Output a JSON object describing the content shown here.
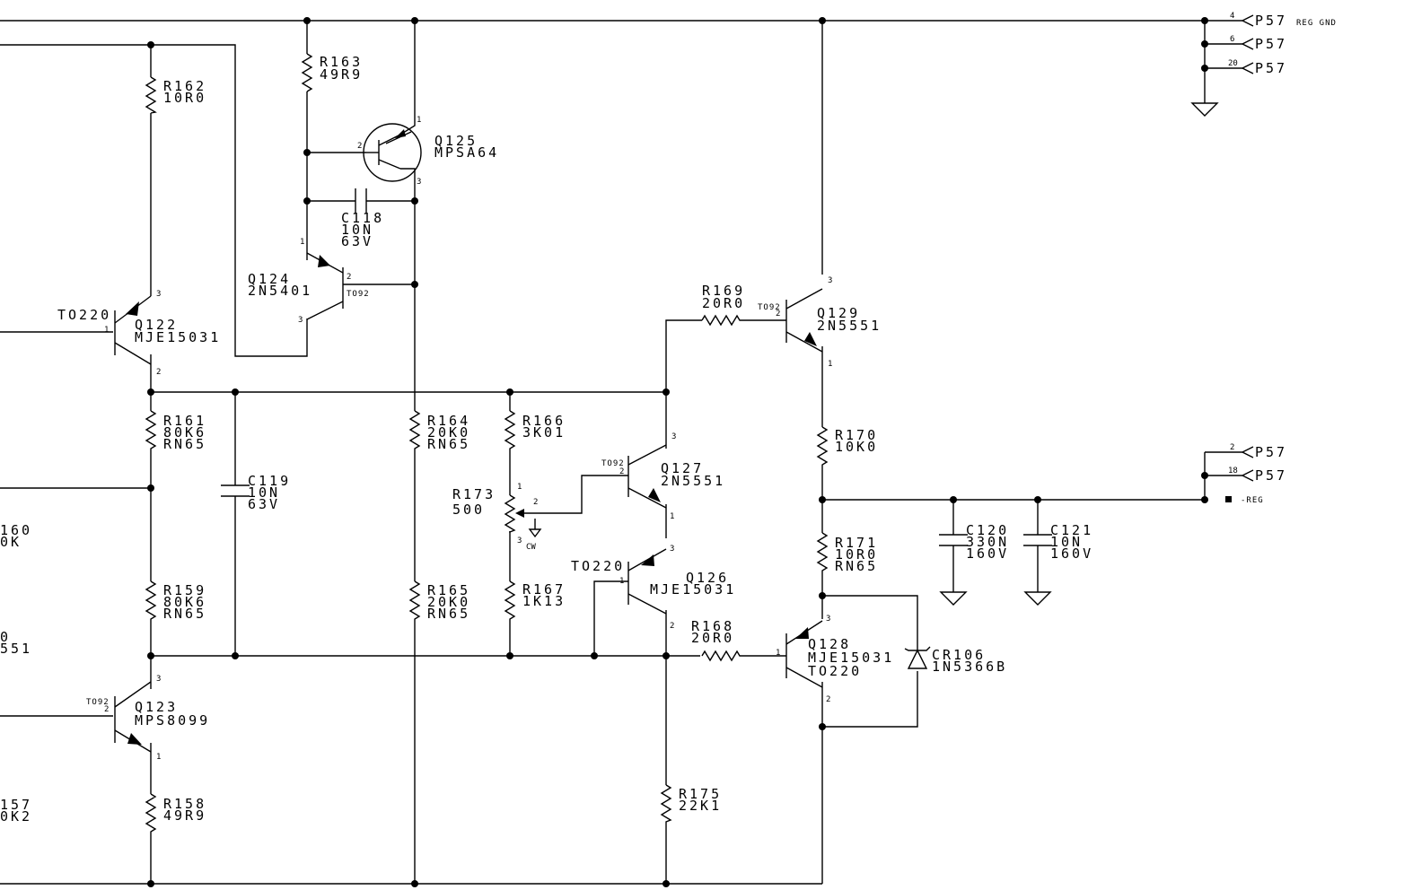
{
  "colors": {
    "background": "#ffffff",
    "ink": "#000000"
  },
  "connectors": {
    "p57_4": {
      "pin": "4",
      "name": "P57",
      "net": "REG GND"
    },
    "p57_6": {
      "pin": "6",
      "name": "P57"
    },
    "p57_20": {
      "pin": "20",
      "name": "P57"
    },
    "p57_2": {
      "pin": "2",
      "name": "P57"
    },
    "p57_18": {
      "pin": "18",
      "name": "P57"
    },
    "reg_minus": {
      "net": "-REG"
    }
  },
  "resistors": {
    "r162": {
      "ref": "R162",
      "value": "10R0"
    },
    "r163": {
      "ref": "R163",
      "value": "49R9"
    },
    "r161": {
      "ref": "R161",
      "value": "80K6",
      "rating": "RN65"
    },
    "r159": {
      "ref": "R159",
      "value": "80K6",
      "rating": "RN65"
    },
    "r158": {
      "ref": "R158",
      "value": "49R9"
    },
    "r164": {
      "ref": "R164",
      "value": "20K0",
      "rating": "RN65"
    },
    "r165": {
      "ref": "R165",
      "value": "20K0",
      "rating": "RN65"
    },
    "r166": {
      "ref": "R166",
      "value": "3K01"
    },
    "r167": {
      "ref": "R167",
      "value": "1K13"
    },
    "r173": {
      "ref": "R173",
      "value": "500",
      "wiper": "CW"
    },
    "r169": {
      "ref": "R169",
      "value": "20R0"
    },
    "r168": {
      "ref": "R168",
      "value": "20R0"
    },
    "r170": {
      "ref": "R170",
      "value": "10K0"
    },
    "r171": {
      "ref": "R171",
      "value": "10R0",
      "rating": "RN65"
    },
    "r175": {
      "ref": "R175",
      "value": "22K1"
    },
    "r160_partial": {
      "ref": "160",
      "value": "0K"
    },
    "r157_partial": {
      "ref": "157",
      "value": "0K2"
    }
  },
  "capacitors": {
    "c118": {
      "ref": "C118",
      "value": "10N",
      "voltage": "63V"
    },
    "c119": {
      "ref": "C119",
      "value": "10N",
      "voltage": "63V"
    },
    "c120": {
      "ref": "C120",
      "value": "330N",
      "voltage": "160V"
    },
    "c121": {
      "ref": "C121",
      "value": "10N",
      "voltage": "160V"
    }
  },
  "transistors": {
    "q122": {
      "ref": "Q122",
      "part": "MJE15031",
      "package": "TO220"
    },
    "q123": {
      "ref": "Q123",
      "part": "MPS8099",
      "package": "TO92"
    },
    "q124": {
      "ref": "Q124",
      "part": "2N5401",
      "package": "TO92"
    },
    "q125": {
      "ref": "Q125",
      "part": "MPSA64"
    },
    "q126": {
      "ref": "Q126",
      "part": "MJE15031",
      "package": "TO220"
    },
    "q127": {
      "ref": "Q127",
      "part": "2N5551",
      "package": "TO92"
    },
    "q128": {
      "ref": "Q128",
      "part": "MJE15031",
      "package": "TO220"
    },
    "q129": {
      "ref": "Q129",
      "part": "2N5551",
      "package": "TO92"
    },
    "partial_left": {
      "ref": "0",
      "part": "551"
    }
  },
  "diodes": {
    "cr106": {
      "ref": "CR106",
      "part": "1N5366B"
    }
  },
  "pins": {
    "p1": "1",
    "p2": "2",
    "p3": "3"
  }
}
